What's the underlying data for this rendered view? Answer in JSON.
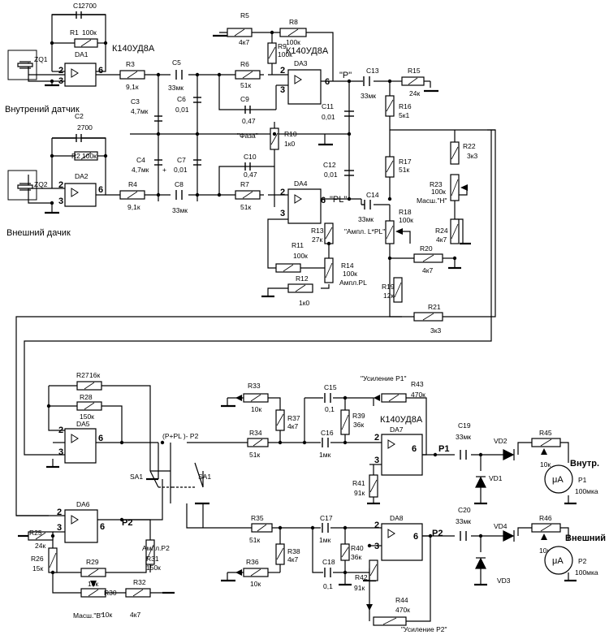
{
  "opamps": [
    {
      "id": "DA1",
      "pin_in": "2",
      "pin_gnd": "3",
      "pin_out": "6"
    },
    {
      "id": "DA2",
      "pin_in": "2",
      "pin_gnd": "3",
      "pin_out": "6"
    },
    {
      "id": "DA3",
      "pin_in": "2",
      "pin_gnd": "3",
      "pin_out": "6"
    },
    {
      "id": "DA4",
      "pin_in": "2",
      "pin_gnd": "3",
      "pin_out": "6"
    },
    {
      "id": "DA5",
      "pin_in": "2",
      "pin_gnd": "3",
      "pin_out": "6"
    },
    {
      "id": "DA6",
      "pin_in": "2",
      "pin_gnd": "3",
      "pin_out": "6"
    },
    {
      "id": "DA7",
      "pin_in": "2",
      "pin_gnd": "3",
      "pin_out": "6"
    },
    {
      "id": "DA8",
      "pin_in": "2",
      "pin_gnd": "3",
      "pin_out": "6"
    }
  ],
  "chip_labels": [
    "К140УД8А",
    "К140УД8А",
    "К140УД8А"
  ],
  "resistors": [
    {
      "ref": "R1",
      "value": "100к"
    },
    {
      "ref": "R2",
      "value": "100к"
    },
    {
      "ref": "R3",
      "value": "9,1к"
    },
    {
      "ref": "R4",
      "value": "9,1к"
    },
    {
      "ref": "R5",
      "value": "4к7"
    },
    {
      "ref": "R6",
      "value": "51к"
    },
    {
      "ref": "R7",
      "value": "51к"
    },
    {
      "ref": "R8",
      "value": "100к"
    },
    {
      "ref": "R9",
      "value": "100к"
    },
    {
      "ref": "R10",
      "value": "1к0"
    },
    {
      "ref": "R11",
      "value": "100к"
    },
    {
      "ref": "R12",
      "value": "1к0"
    },
    {
      "ref": "R13",
      "value": "27к"
    },
    {
      "ref": "R14",
      "value": "100к"
    },
    {
      "ref": "R15",
      "value": "24к"
    },
    {
      "ref": "R16",
      "value": "5к1"
    },
    {
      "ref": "R17",
      "value": "51к"
    },
    {
      "ref": "R18",
      "value": "100к"
    },
    {
      "ref": "R19",
      "value": "12к"
    },
    {
      "ref": "R20",
      "value": "4к7"
    },
    {
      "ref": "R21",
      "value": "3к3"
    },
    {
      "ref": "R22",
      "value": "3к3"
    },
    {
      "ref": "R23",
      "value": "100к"
    },
    {
      "ref": "R24",
      "value": "4к7"
    },
    {
      "ref": "R25",
      "value": "24к"
    },
    {
      "ref": "R26",
      "value": "15к"
    },
    {
      "ref": "R27",
      "value": "16к"
    },
    {
      "ref": "R28",
      "value": "150к"
    },
    {
      "ref": "R29",
      "value": "10к"
    },
    {
      "ref": "R30",
      "value": "10к"
    },
    {
      "ref": "R31",
      "value": "150к"
    },
    {
      "ref": "R32",
      "value": "4к7"
    },
    {
      "ref": "R33",
      "value": "10к"
    },
    {
      "ref": "R34",
      "value": "51к"
    },
    {
      "ref": "R35",
      "value": "51к"
    },
    {
      "ref": "R36",
      "value": "10к"
    },
    {
      "ref": "R37",
      "value": "4к7"
    },
    {
      "ref": "R38",
      "value": "4к7"
    },
    {
      "ref": "R39",
      "value": "36к"
    },
    {
      "ref": "R40",
      "value": "36к"
    },
    {
      "ref": "R41",
      "value": "91к"
    },
    {
      "ref": "R42",
      "value": "91к"
    },
    {
      "ref": "R43",
      "value": "470к"
    },
    {
      "ref": "R44",
      "value": "470к"
    },
    {
      "ref": "R45",
      "value": "10к"
    },
    {
      "ref": "R46",
      "value": "10к"
    }
  ],
  "capacitors": [
    {
      "ref": "C1",
      "value": "2700"
    },
    {
      "ref": "C2",
      "value": "2700"
    },
    {
      "ref": "C3",
      "value": "4,7мк"
    },
    {
      "ref": "C4",
      "value": "4,7мк"
    },
    {
      "ref": "C5",
      "value": "33мк"
    },
    {
      "ref": "C6",
      "value": "0,01"
    },
    {
      "ref": "C7",
      "value": "0,01"
    },
    {
      "ref": "C8",
      "value": "33мк"
    },
    {
      "ref": "C9",
      "value": "0,47"
    },
    {
      "ref": "C10",
      "value": "0,47"
    },
    {
      "ref": "C11",
      "value": "0,01"
    },
    {
      "ref": "C12",
      "value": "0,01"
    },
    {
      "ref": "C13",
      "value": "33мк"
    },
    {
      "ref": "C14",
      "value": "33мк"
    },
    {
      "ref": "C15",
      "value": "0,1"
    },
    {
      "ref": "C16",
      "value": "1мк"
    },
    {
      "ref": "C17",
      "value": "1мк"
    },
    {
      "ref": "C18",
      "value": "0,1"
    },
    {
      "ref": "C19",
      "value": "33мк"
    },
    {
      "ref": "C20",
      "value": "33мк"
    }
  ],
  "sensors": [
    {
      "ref": "ZQ1",
      "label": "Внутрений  датчик"
    },
    {
      "ref": "ZQ2",
      "label": "Внешний дачик"
    }
  ],
  "diodes": [
    "VD1",
    "VD2",
    "VD3",
    "VD4"
  ],
  "meters": [
    {
      "ref": "P1",
      "symbol": "μA",
      "value": "100мка",
      "caption": "Внутр."
    },
    {
      "ref": "P2",
      "symbol": "μA",
      "value": "100мка",
      "caption": "Внешний"
    }
  ],
  "switches": [
    "SA1",
    "SA1"
  ],
  "nodes": {
    "p": "\"P\"",
    "pl": "\"PL\"",
    "phase": "\"Фаза\"",
    "ampl_lpl": "\"Ампл. L*PL\"",
    "masht_h": "Масш.\"Н\"",
    "ampl_pl": "Ампл.PL",
    "p_plus_pl": "(P+PL )-  P2",
    "p2_a": "P2",
    "p2_b": "P2",
    "p1": "P1",
    "ampl_p2": "Ампл.P2",
    "masht_v": "Масш.\"В\"",
    "gain_p1": "\"Усиление P1\"",
    "gain_p2": "\"Усиление P2\""
  },
  "polarity_plus": "+"
}
